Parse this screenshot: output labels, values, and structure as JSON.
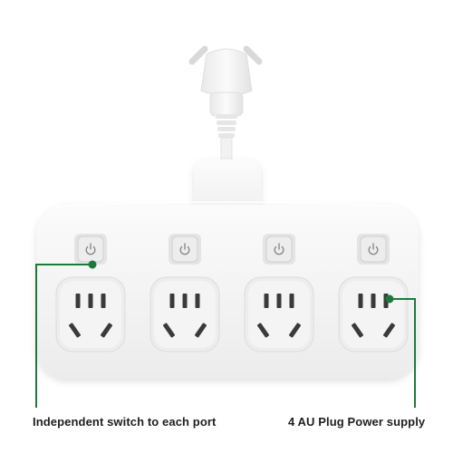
{
  "annotations": {
    "left_label": "Independent switch to each port",
    "right_label": "4 AU Plug Power supply"
  },
  "product": {
    "outlet_count": 4,
    "colors": {
      "body": "#f7f7f7",
      "accent_line": "#1e7a3a",
      "switch_button": "#ededed",
      "socket_hole": "#3a3a3a",
      "label_text": "#1e1e1e"
    },
    "icons": [
      "power-plug-icon",
      "power-switch-icon",
      "au-socket-icon"
    ]
  }
}
